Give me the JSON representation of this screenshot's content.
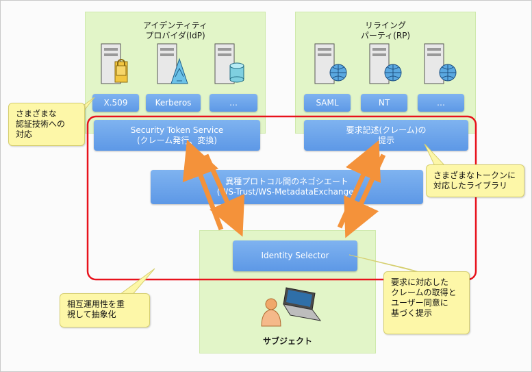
{
  "idp": {
    "title": "アイデンティティ\nプロバイダ(IdP)",
    "tokens": [
      "X.509",
      "Kerberos",
      "…"
    ]
  },
  "rp": {
    "title": "リライング\nパーティ(RP)",
    "tokens": [
      "SAML",
      "NT",
      "…"
    ]
  },
  "sts": {
    "label": "Security Token Service\n(クレーム発行、変換)"
  },
  "claims": {
    "label": "要求記述(クレーム)の\n提示"
  },
  "negotiation": {
    "label": "異種プロトコル間のネゴシエート\n(WS-Trust/WS-MetadataExchange)"
  },
  "selector": {
    "label": "Identity Selector"
  },
  "subject": {
    "label": "サブジェクト"
  },
  "notes": {
    "auth": "さまざまな\n認証技術への\n対応",
    "tokens": "さまざまなトークンに\n対応したライブラリ",
    "claims": "要求に対応した\nクレームの取得と\nユーザー同意に\n基づく提示",
    "abstraction": "相互運用性を重\n視して抽象化"
  },
  "colors": {
    "panel": "#e2f5c8",
    "button": "#6aa3ea",
    "arrow": "#f4923a",
    "frame": "#e8121c",
    "note": "#fdf7a8"
  }
}
